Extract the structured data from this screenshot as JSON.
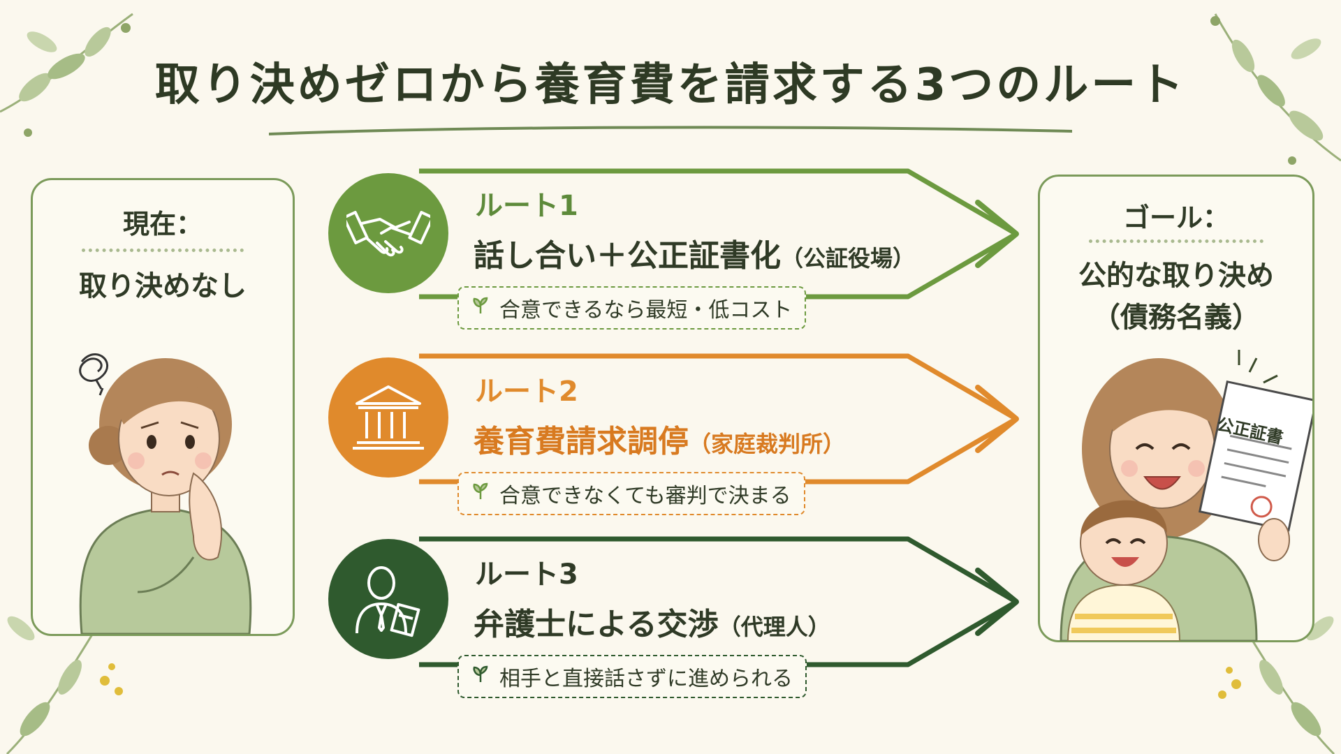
{
  "title": "取り決めゼロから養育費を請求する3つのルート",
  "current": {
    "heading": "現在：",
    "status": "取り決めなし"
  },
  "goal": {
    "heading": "ゴール：",
    "line1": "公的な取り決め",
    "line2": "（債務名義）",
    "document_label": "公正証書"
  },
  "routes": [
    {
      "label": "ルート1",
      "name": "話し合い＋公正証書化",
      "sub": "（公証役場）",
      "note": "合意できるなら最短・低コスト",
      "color": "#6c9a3f",
      "icon": "handshake-icon"
    },
    {
      "label": "ルート2",
      "name": "養育費請求調停",
      "sub": "（家庭裁判所）",
      "note": "合意できなくても審判で決まる",
      "color": "#e08a2c",
      "icon": "courthouse-icon"
    },
    {
      "label": "ルート3",
      "name": "弁護士による交渉",
      "sub": "（代理人）",
      "note": "相手と直接話さずに進められる",
      "color": "#2f5a2e",
      "icon": "lawyer-icon"
    }
  ]
}
